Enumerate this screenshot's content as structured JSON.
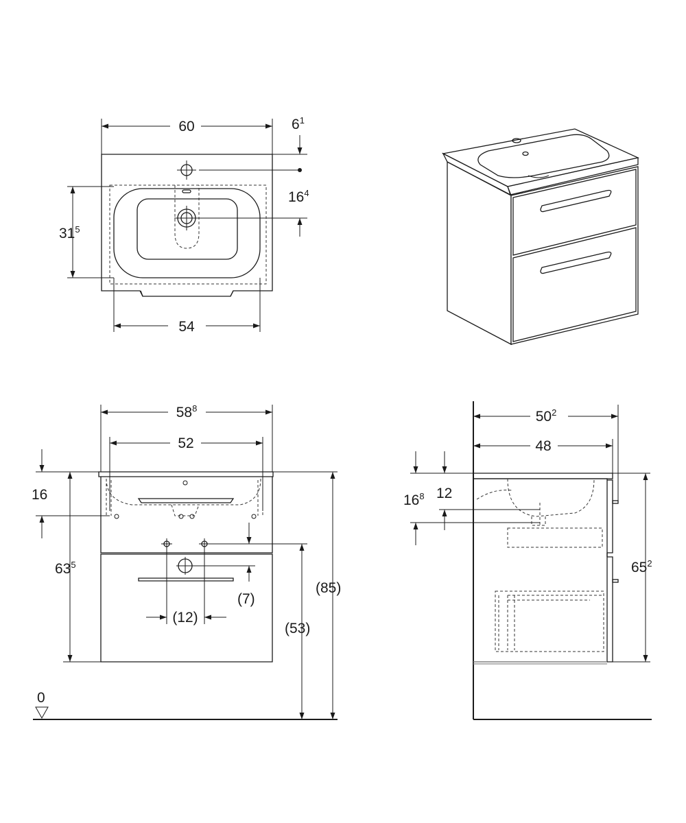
{
  "top_view": {
    "width": {
      "main": "60",
      "sup": ""
    },
    "tap_offset_top": {
      "main": "6",
      "sup": "1"
    },
    "tap_to_drain": {
      "main": "16",
      "sup": "4"
    },
    "bowl_depth": {
      "main": "31",
      "sup": "5"
    },
    "bowl_width": {
      "main": "54",
      "sup": ""
    }
  },
  "front_view": {
    "overall_width": {
      "main": "58",
      "sup": "8"
    },
    "inner_width": {
      "main": "52",
      "sup": ""
    },
    "basin_height": {
      "main": "16",
      "sup": ""
    },
    "cabinet_height": {
      "main": "63",
      "sup": "5"
    },
    "total_height": {
      "main": "(85)",
      "sup": ""
    },
    "mount_height": {
      "main": "(53)",
      "sup": ""
    },
    "hole_spacing": {
      "main": "(12)",
      "sup": ""
    },
    "hole_offset": {
      "main": "(7)",
      "sup": ""
    },
    "floor_level": {
      "main": "0",
      "sup": ""
    }
  },
  "side_view": {
    "overall_depth": {
      "main": "50",
      "sup": "2"
    },
    "inner_depth": {
      "main": "48",
      "sup": ""
    },
    "drain_depth_a": {
      "main": "16",
      "sup": "8"
    },
    "drain_depth_b": {
      "main": "12",
      "sup": ""
    },
    "cabinet_height": {
      "main": "65",
      "sup": "2"
    }
  }
}
